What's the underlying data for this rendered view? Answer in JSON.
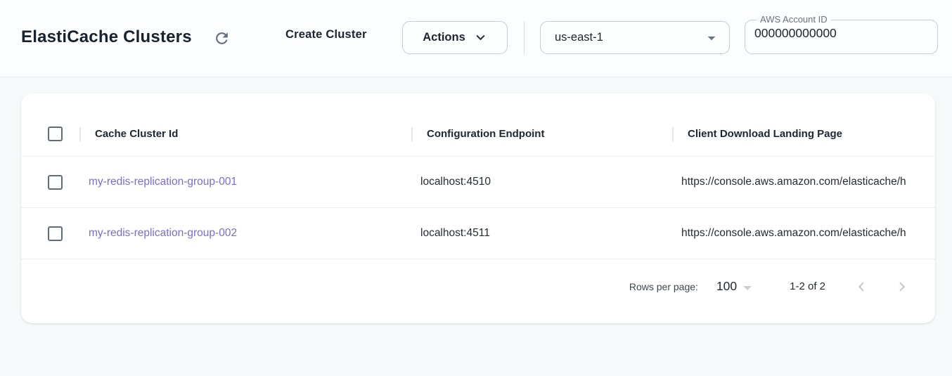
{
  "app": {
    "title": "ElastiCache Clusters",
    "create_cluster_label": "Create Cluster",
    "actions_label": "Actions",
    "region": {
      "selected": "us-east-1"
    },
    "account": {
      "label": "AWS Account ID",
      "value": "000000000000"
    }
  },
  "table": {
    "columns": [
      "Cache Cluster Id",
      "Configuration Endpoint",
      "Client Download Landing Page"
    ],
    "rows": [
      {
        "cache_cluster_id": "my-redis-replication-group-001",
        "configuration_endpoint": "localhost:4510",
        "client_download_landing_page": "https://console.aws.amazon.com/elasticache/h"
      },
      {
        "cache_cluster_id": "my-redis-replication-group-002",
        "configuration_endpoint": "localhost:4511",
        "client_download_landing_page": "https://console.aws.amazon.com/elasticache/h"
      }
    ]
  },
  "pagination": {
    "rows_per_page_label": "Rows per page:",
    "rows_per_page_value": "100",
    "range_label": "1-2 of 2"
  },
  "colors": {
    "link_purple": "#7a6bd8",
    "slate_icon": "#5f6f7f",
    "checkbox_border": "#5d6d7d",
    "disabled_gray": "#c7cacd"
  }
}
